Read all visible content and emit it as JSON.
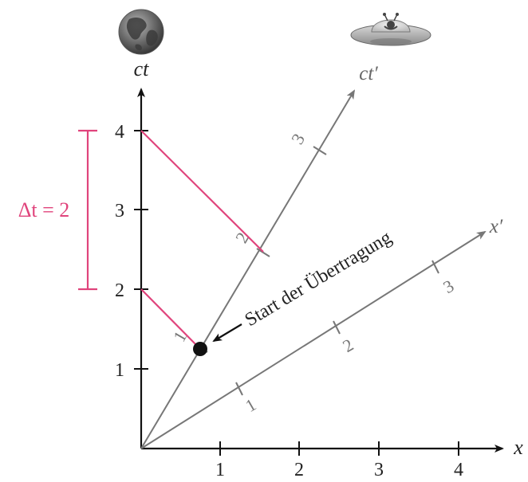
{
  "axes": {
    "ct_label": "ct",
    "x_label": "x",
    "ct_prime_label": "ct′",
    "x_prime_label": "x′",
    "ct_ticks": [
      "1",
      "2",
      "3",
      "4"
    ],
    "x_ticks": [
      "1",
      "2",
      "3",
      "4"
    ],
    "ct_prime_ticks": [
      "1",
      "2",
      "3"
    ],
    "x_prime_ticks": [
      "1",
      "2",
      "3"
    ]
  },
  "annotation": {
    "start_label": "Start der Übertragung",
    "delta_label": "Δt = 2"
  },
  "icons": {
    "earth": "globe-icon",
    "ufo": "ufo-icon"
  },
  "colors": {
    "signal": "#e0447c",
    "axis": "#111111",
    "primed_axis": "#777777"
  }
}
